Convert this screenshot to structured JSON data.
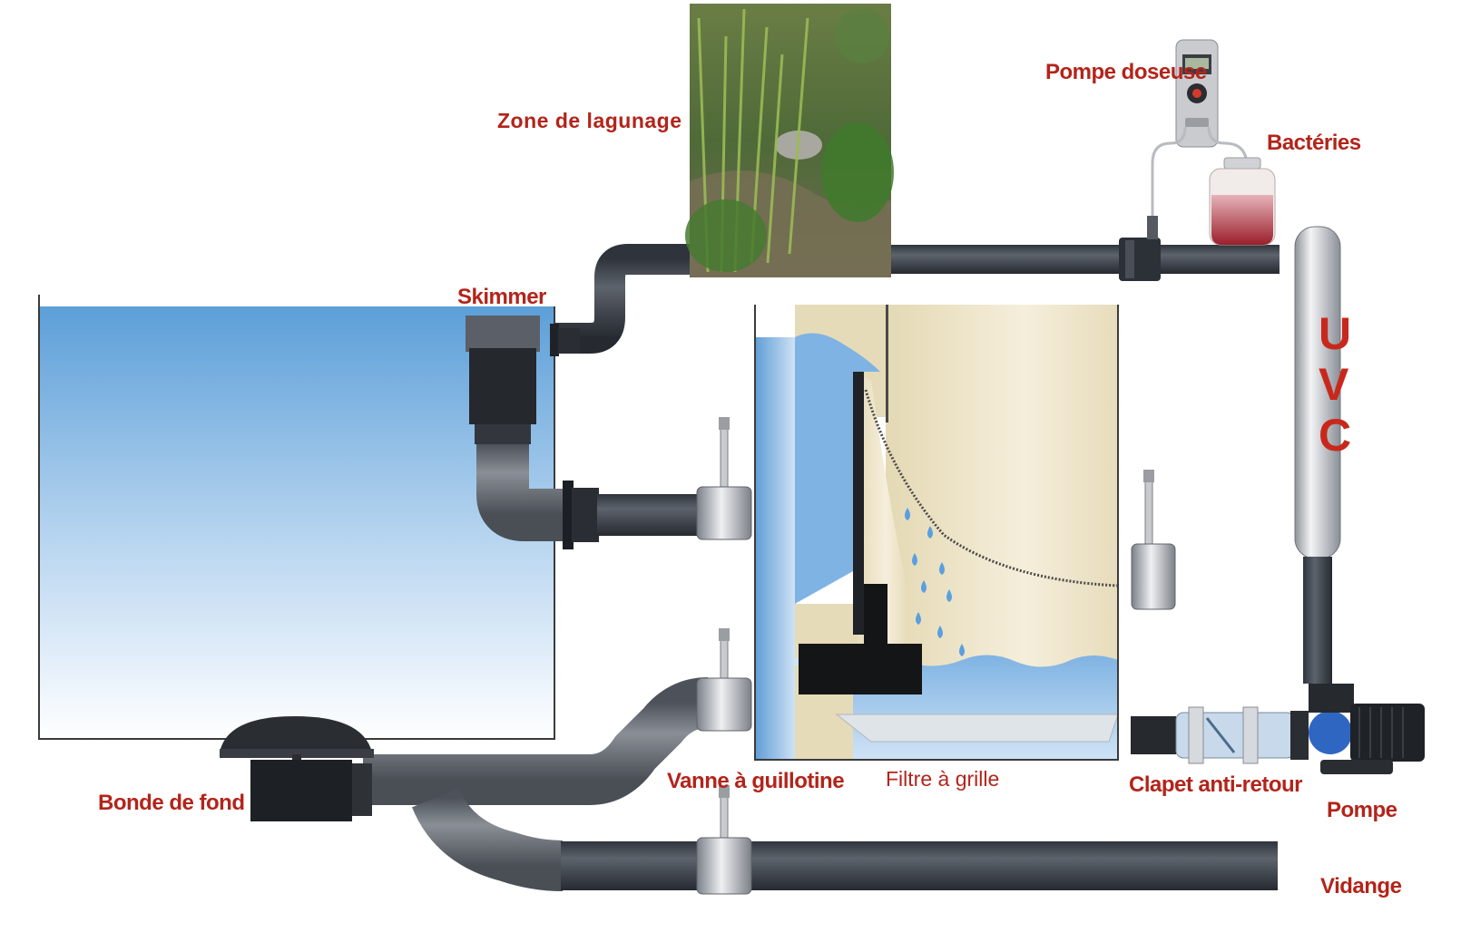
{
  "labels": {
    "zone_lagunage": "Zone de lagunage",
    "pompe_doseuse": "Pompe doseuse",
    "bacteries": "Bactéries",
    "skimmer": "Skimmer",
    "uvc": [
      "U",
      "V",
      "C"
    ],
    "bonde_de_fond": "Bonde de fond",
    "vanne_guillotine": "Vanne à guillotine",
    "filtre_grille_1": "Filtre",
    "filtre_grille_2": "à grille",
    "clapet": "Clapet anti-retour",
    "pompe": "Pompe",
    "vidange": "Vidange"
  },
  "colors": {
    "label_red": "#b3241a",
    "pipe_dark": "#3f4550",
    "pipe_grey": "#6b7078",
    "water_blue": "#6aa7dd",
    "filter_beige": "#ece3c2"
  },
  "icons": {
    "lagoon_photo": "pond-plants-photo",
    "doser": "dosing-pump-icon",
    "bottle": "bacteria-bottle-icon",
    "pump": "pump-icon",
    "uvc": "uv-clarifier-icon"
  }
}
